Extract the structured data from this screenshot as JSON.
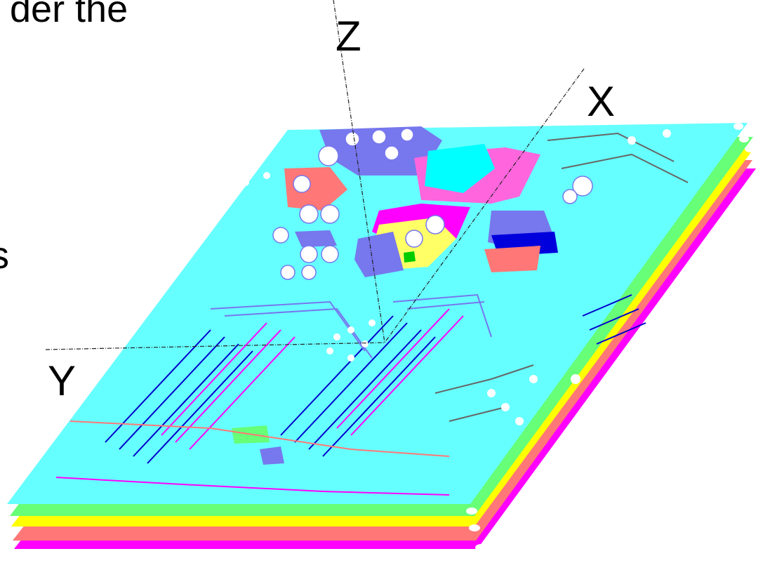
{
  "slide_text": {
    "line1": "der the",
    "line2": "s"
  },
  "axes": {
    "x": "X",
    "y": "Y",
    "z": "Z"
  },
  "layers": [
    {
      "name": "layer-magenta",
      "color": "#ff00ff"
    },
    {
      "name": "layer-salmon",
      "color": "#ff7777"
    },
    {
      "name": "layer-yellow",
      "color": "#ffff00"
    },
    {
      "name": "layer-green",
      "color": "#66ff77"
    },
    {
      "name": "layer-cyan",
      "color": "#66ffff"
    }
  ],
  "component_colors": {
    "periwinkle": "#7777ee",
    "pink": "#ff66dd",
    "salmon": "#ff7777",
    "cyan": "#00ffff",
    "yellow": "#ffff66",
    "blue": "#0000dd",
    "green": "#00cc00",
    "trace_blue": "#0000cc",
    "trace_magenta": "#ff00ff"
  }
}
